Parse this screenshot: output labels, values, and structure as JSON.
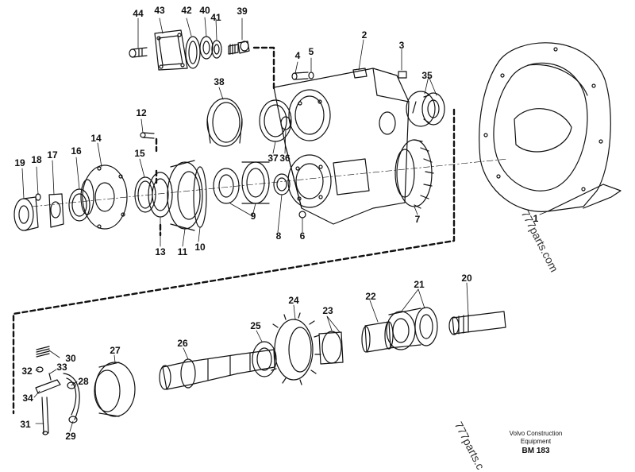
{
  "diagram": {
    "callouts": [
      {
        "id": "44",
        "label": "44"
      },
      {
        "id": "43",
        "label": "43"
      },
      {
        "id": "42",
        "label": "42"
      },
      {
        "id": "40",
        "label": "40"
      },
      {
        "id": "41",
        "label": "41"
      },
      {
        "id": "39",
        "label": "39"
      },
      {
        "id": "2",
        "label": "2"
      },
      {
        "id": "3",
        "label": "3"
      },
      {
        "id": "4",
        "label": "4"
      },
      {
        "id": "5",
        "label": "5"
      },
      {
        "id": "35",
        "label": "35"
      },
      {
        "id": "38",
        "label": "38"
      },
      {
        "id": "12",
        "label": "12"
      },
      {
        "id": "14",
        "label": "14"
      },
      {
        "id": "15",
        "label": "15"
      },
      {
        "id": "16",
        "label": "16"
      },
      {
        "id": "17",
        "label": "17"
      },
      {
        "id": "18",
        "label": "18"
      },
      {
        "id": "19",
        "label": "19"
      },
      {
        "id": "37",
        "label": "37"
      },
      {
        "id": "36",
        "label": "36"
      },
      {
        "id": "7",
        "label": "7"
      },
      {
        "id": "1",
        "label": "1"
      },
      {
        "id": "9",
        "label": "9"
      },
      {
        "id": "8",
        "label": "8"
      },
      {
        "id": "6",
        "label": "6"
      },
      {
        "id": "13",
        "label": "13"
      },
      {
        "id": "11",
        "label": "11"
      },
      {
        "id": "10",
        "label": "10"
      },
      {
        "id": "20",
        "label": "20"
      },
      {
        "id": "21",
        "label": "21"
      },
      {
        "id": "22",
        "label": "22"
      },
      {
        "id": "24",
        "label": "24"
      },
      {
        "id": "23",
        "label": "23"
      },
      {
        "id": "25",
        "label": "25"
      },
      {
        "id": "26",
        "label": "26"
      },
      {
        "id": "27",
        "label": "27"
      },
      {
        "id": "30",
        "label": "30"
      },
      {
        "id": "32",
        "label": "32"
      },
      {
        "id": "33",
        "label": "33"
      },
      {
        "id": "28",
        "label": "28"
      },
      {
        "id": "34",
        "label": "34"
      },
      {
        "id": "31",
        "label": "31"
      },
      {
        "id": "29",
        "label": "29"
      }
    ],
    "watermarks": [
      "777parts.com",
      "777parts.c"
    ],
    "credit": {
      "line1": "Volvo Construction",
      "line2": "Equipment",
      "code": "BM 183"
    }
  }
}
